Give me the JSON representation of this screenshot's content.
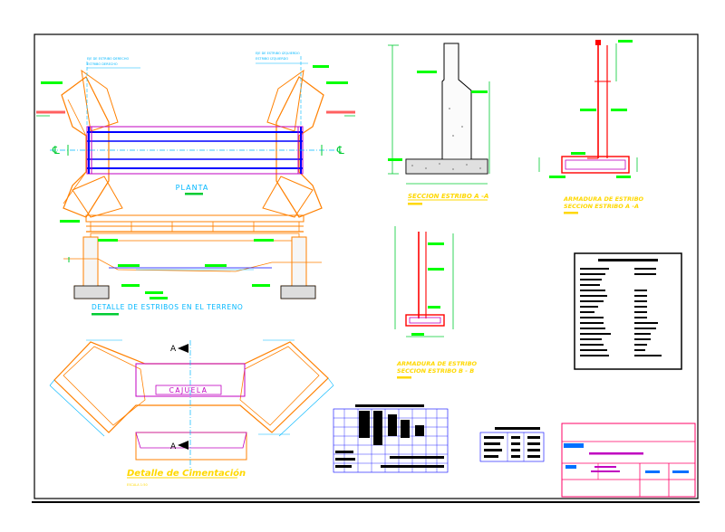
{
  "labels": {
    "planta": "PLANTA",
    "detalle_estribos": "DETALLE DE ESTRIBOS EN EL TERRENO",
    "seccion_aa": "SECCION ESTRIBO A -A",
    "armadura_aa_1": "ARMADURA DE ESTRIBO",
    "armadura_aa_2": "SECCION ESTRIBO A -A",
    "armadura_bb_1": "ARMADURA DE ESTRIBO",
    "armadura_bb_2": "SECCION ESTRIBO B - B",
    "cajuela": "CAJUELA",
    "detalle_cimentacion": "Detalle de Cimentación",
    "escala": "ESCALA 1:50",
    "eje_left_1": "EJE DE ESTRIBO DERECHO",
    "eje_left_2": "ESTRIBO DERECHO",
    "eje_right_1": "EJE DE ESTRIBO IZQUIERDO",
    "eje_right_2": "ESTRIBO IZQUIERDO",
    "cl_left": "℄",
    "cl_right": "℄",
    "sec_a_top": "A",
    "sec_a_bot": "A"
  },
  "colors": {
    "frame": "#000000",
    "concrete": "#ff8000",
    "steel": "#0000ff",
    "rebar": "#ff0000",
    "dim": "#00cc33",
    "annot": "#00ff00",
    "title": "#ffd800",
    "axis": "#00b7ff",
    "magenta": "#c000c0",
    "titleblock": "#ff0066"
  }
}
